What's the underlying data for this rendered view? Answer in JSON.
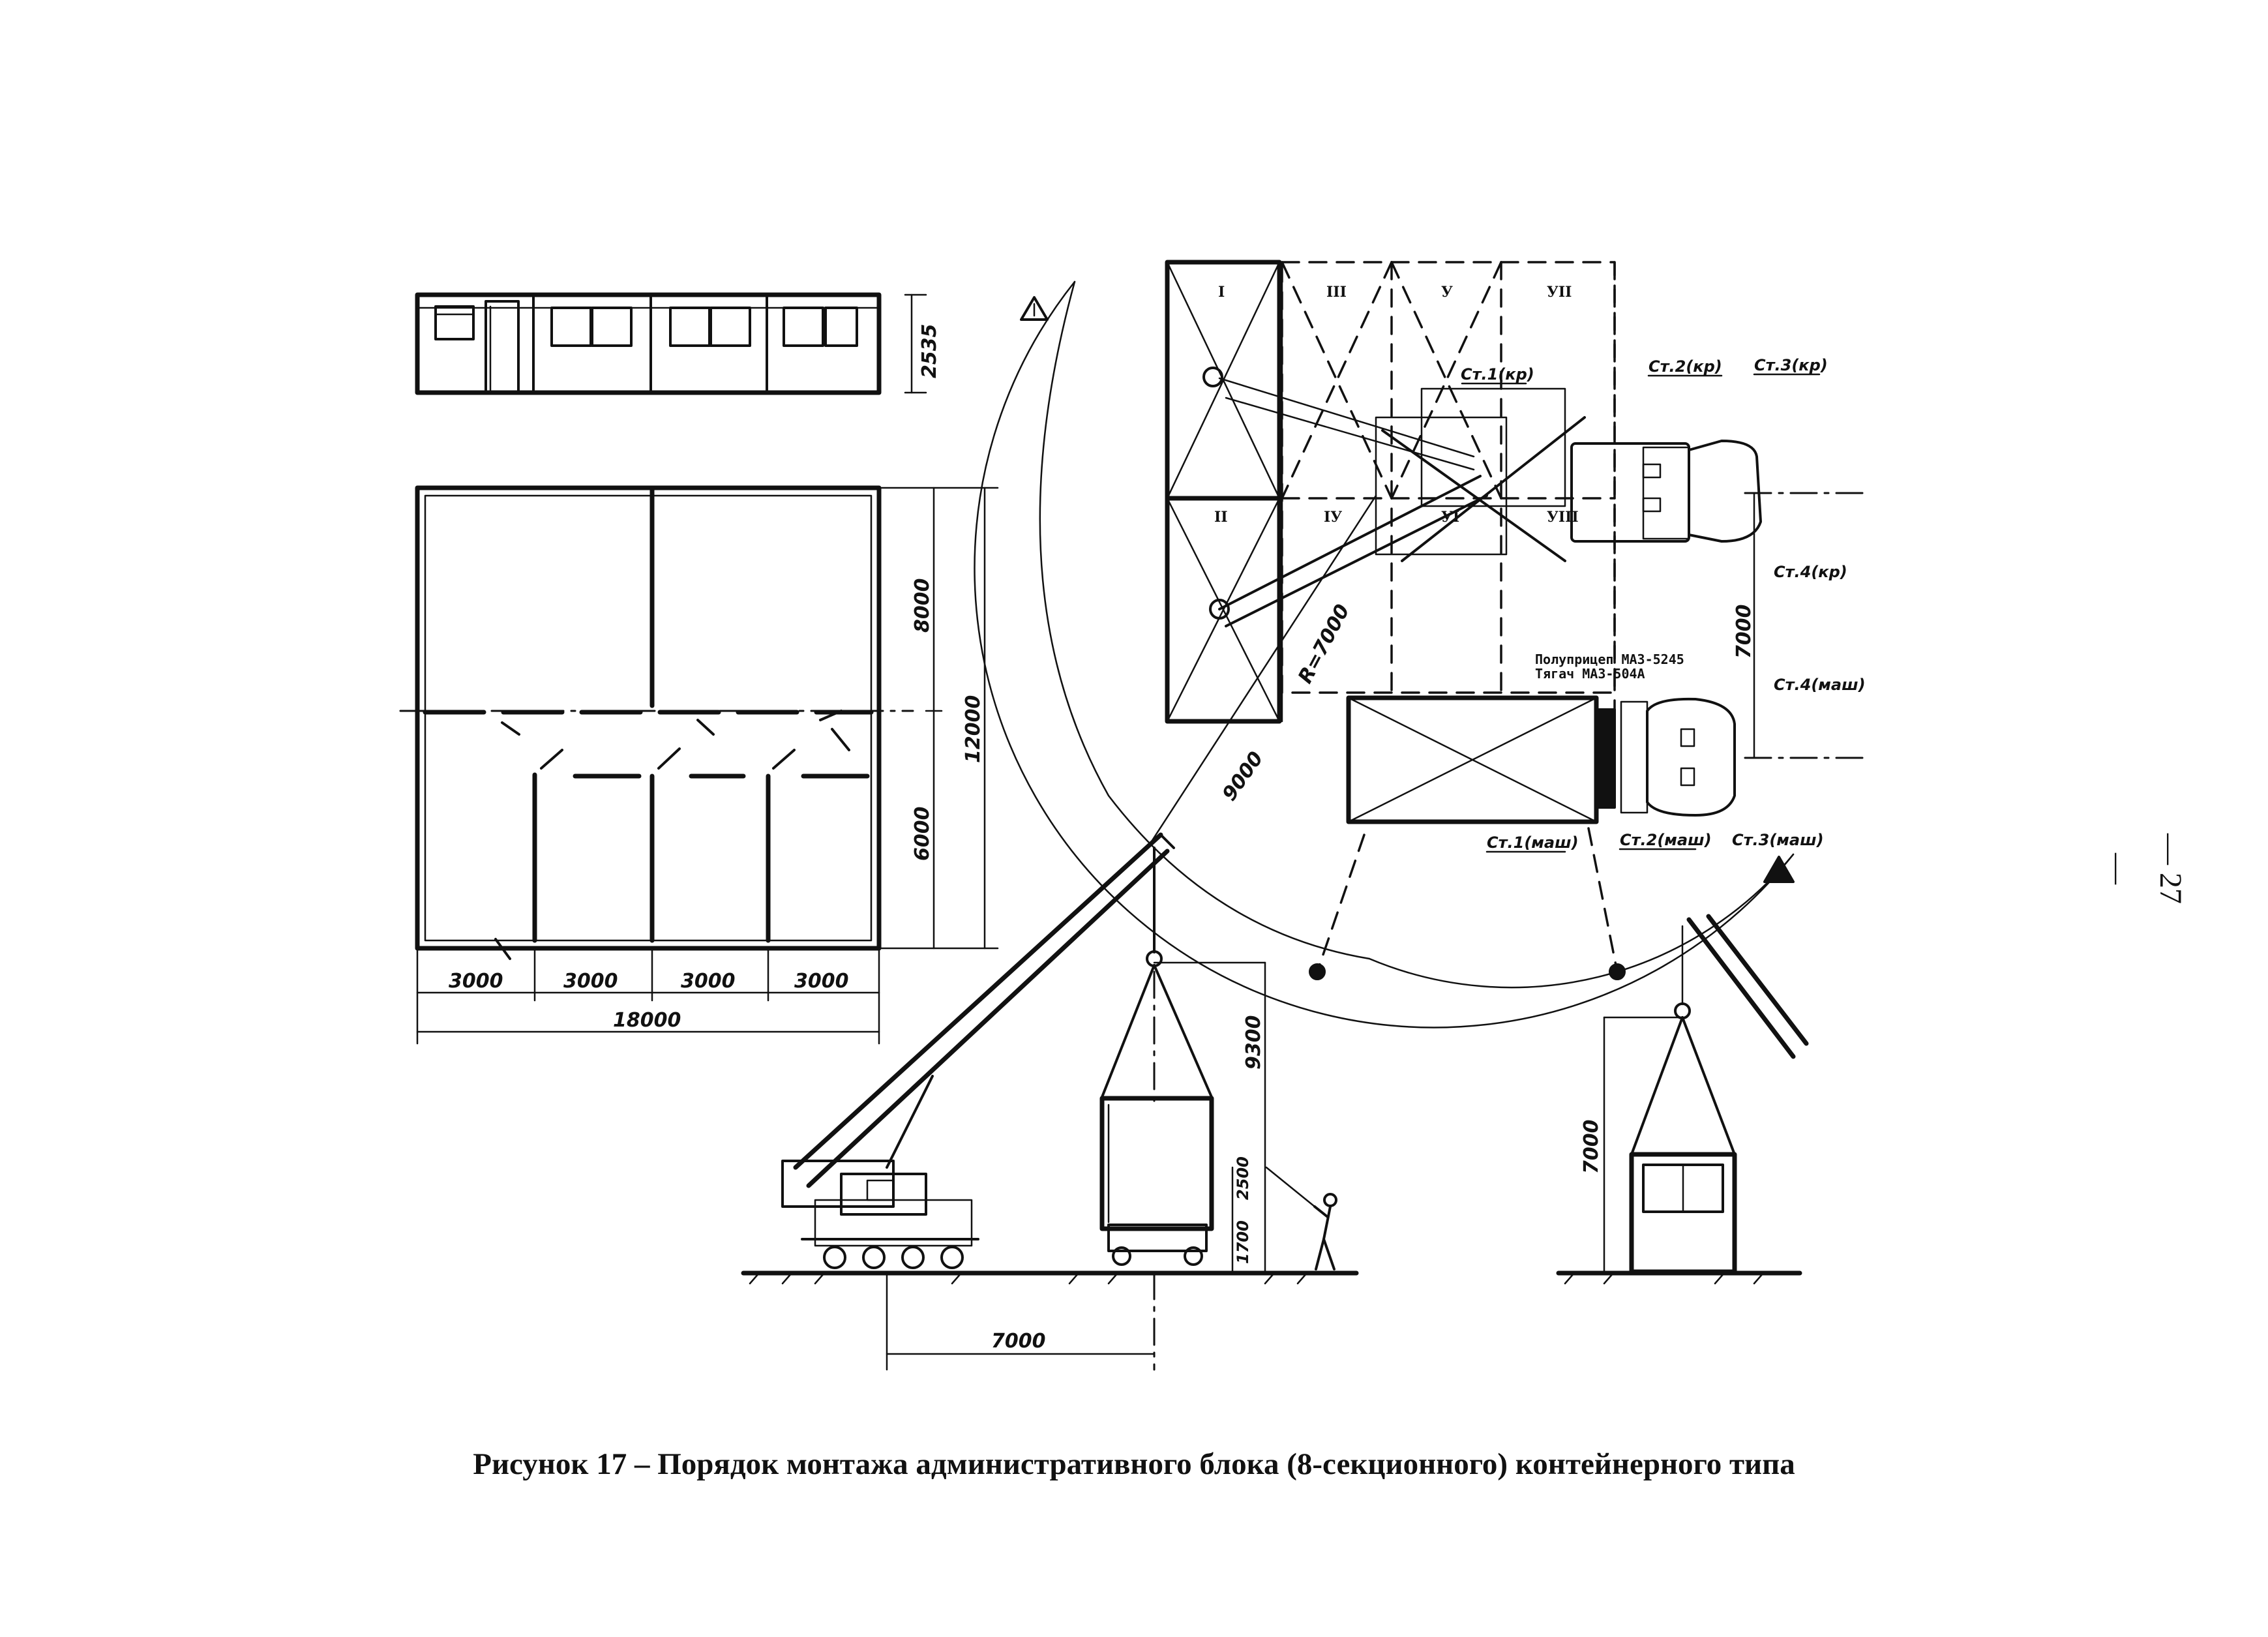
{
  "figure": {
    "caption": "Рисунок 17 – Порядок монтажа административного блока (8-секционного) контейнерного типа",
    "page_number": "— 27 —"
  },
  "facade": {
    "height_dim": "2535"
  },
  "plan": {
    "dims_vertical": [
      "8000",
      "6000",
      "12000"
    ],
    "dims_horizontal": [
      "3000",
      "3000",
      "3000",
      "3000"
    ],
    "total_width": "18000"
  },
  "site_plan": {
    "sections": [
      "I",
      "III",
      "У",
      "УII",
      "II",
      "IУ",
      "УI",
      "УIII"
    ],
    "crane_stations": [
      "Ст.1(кр)",
      "Ст.2(кр)",
      "Ст.3(кр)",
      "Ст.4(кр)"
    ],
    "vehicle_stations": [
      "Ст.4(маш)",
      "Ст.1(маш)",
      "Ст.2(маш)",
      "Ст.3(маш)"
    ],
    "radius_label": "R=7000",
    "boom_reach": "9000",
    "offset_dim": "7000",
    "vehicle_note_line1": "Полуприцеп МАЗ-5245",
    "vehicle_note_line2": "Тягач МАЗ-504А"
  },
  "elevation": {
    "lift_height": "9300",
    "block_height_dim": "2500",
    "trailer_height_dim": "1700",
    "crane_offset": "7000",
    "final_height": "7000"
  },
  "icons": [
    "crane-icon",
    "worker-icon",
    "fire-warning-icon",
    "north-marker-icon"
  ]
}
